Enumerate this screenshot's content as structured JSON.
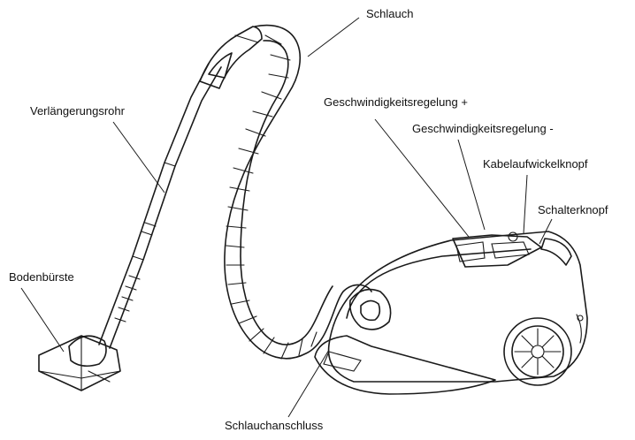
{
  "labels": {
    "schlauch": "Schlauch",
    "verlaengerungsrohr": "Verlängerungsrohr",
    "speed_plus": "Geschwindigkeitsregelung +",
    "speed_minus": "Geschwindigkeitsregelung -",
    "kabelaufwickelknopf": "Kabelaufwickelknopf",
    "schalterknopf": "Schalterknopf",
    "bodenbuerste": "Bodenbürste",
    "schlauchanschluss": "Schlauchanschluss"
  },
  "colors": {
    "line": "#1a1a1a",
    "background": "#ffffff"
  }
}
